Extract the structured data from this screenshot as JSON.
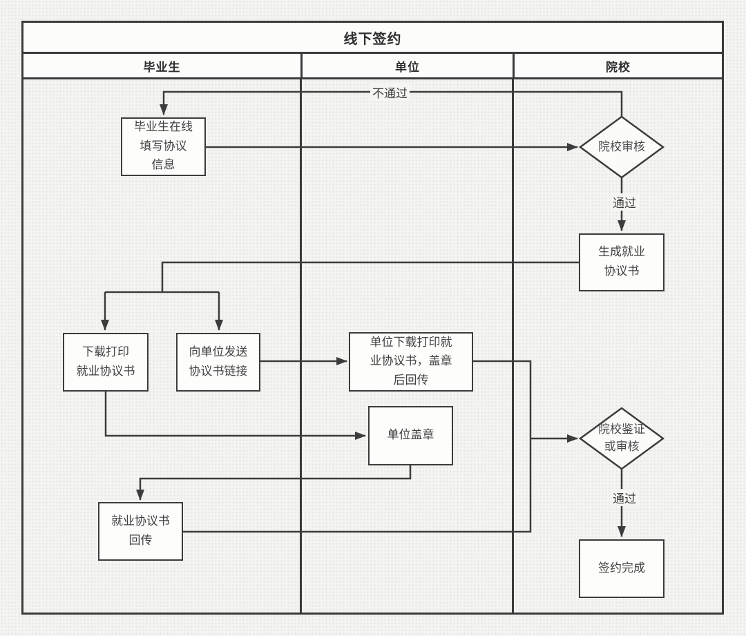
{
  "diagram": {
    "title": "线下签约",
    "lanes": {
      "graduate": "毕业生",
      "employer": "单位",
      "college": "院校"
    },
    "nodes": {
      "fill_info": "毕业生在线\n填写协议\n信息",
      "college_review": "院校审核",
      "generate_agreement": "生成就业\n协议书",
      "download_print": "下载打印\n就业协议书",
      "send_link": "向单位发送\n协议书链接",
      "employer_download": "单位下载打印就\n业协议书，盖章\n后回传",
      "employer_stamp": "单位盖章",
      "agreement_return": "就业协议书\n回传",
      "college_verify": "院校鉴证\n或审核",
      "sign_complete": "签约完成"
    },
    "edge_labels": {
      "reject": "不通过",
      "pass_review": "通过",
      "pass_verify": "通过"
    },
    "colors": {
      "line": "#3c3c3c",
      "node_bg": "#fdfdfc",
      "canvas_bg": "#f4f4f2"
    }
  }
}
